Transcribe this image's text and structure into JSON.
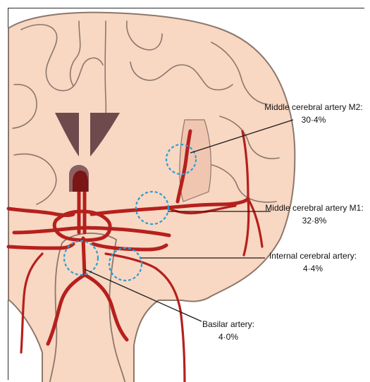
{
  "colors": {
    "brain_fill": "#f8d7c3",
    "brain_outline": "#8c776c",
    "artery": "#b5201d",
    "artery_dark": "#7a1614",
    "ventricle": "#6e4a4c",
    "callout_circle": "#2a9fd6",
    "leader_line": "#1a1a1a"
  },
  "icons": {
    "region_marker": "dashed-circle",
    "leader": "line"
  },
  "callouts": {
    "m2": {
      "label": "Middle cerebral artery M2:",
      "value": "30·4%"
    },
    "m1": {
      "label": "Middle cerebral artery M1:",
      "value": "32·8%"
    },
    "ica": {
      "label": "Internal cerebral artery:",
      "value": "4·4%"
    },
    "ba": {
      "label": "Basilar artery:",
      "value": "4·0%"
    }
  }
}
